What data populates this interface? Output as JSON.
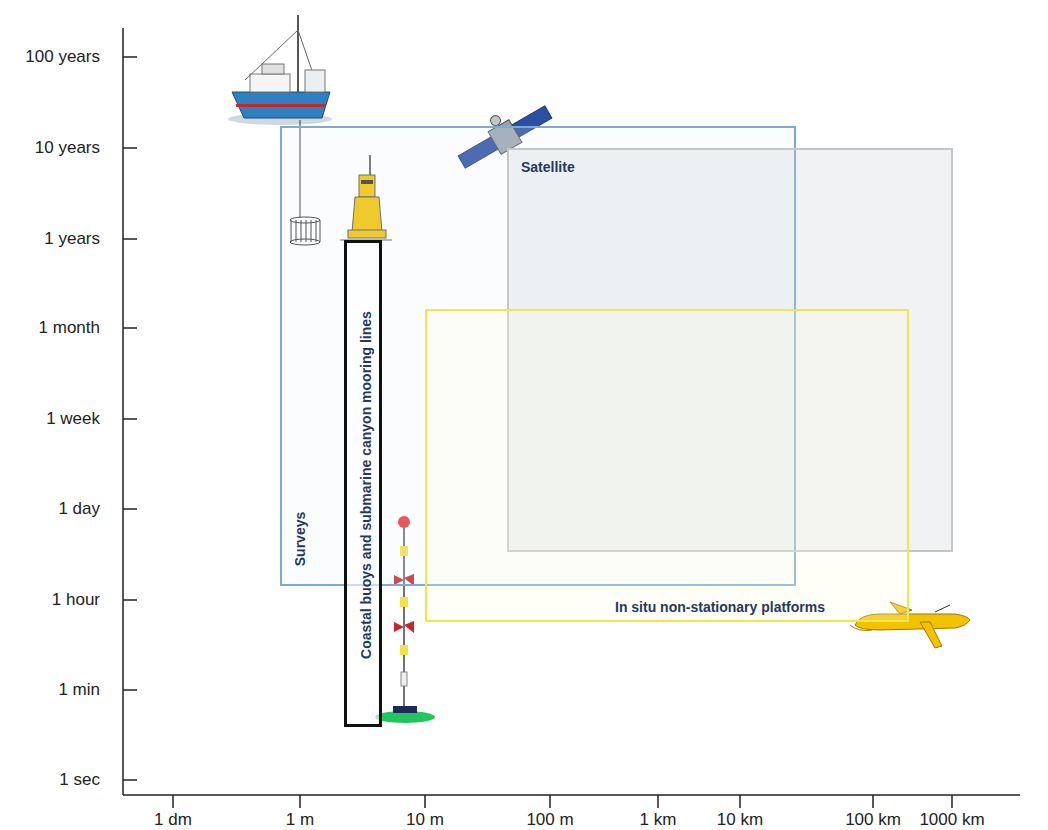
{
  "diagram": {
    "nodes": [
      {
        "text": [
          "Surveys"
        ]
      },
      {
        "text": [
          "Satellite"
        ]
      },
      {
        "text": [
          "In situ non-stationary platforms"
        ]
      },
      {
        "text": [
          "Coastal buoys and submarine canyon mooring lines"
        ]
      }
    ],
    "labels": [
      "100 years",
      "10 years",
      "1 years",
      "1 month",
      "1 week",
      "1 day",
      "1 hour",
      "1 min",
      "1 sec",
      "1 dm",
      "1 m",
      "10 m",
      "100 m",
      "1 km",
      "10 km",
      "100 km",
      "1000 km"
    ]
  }
}
